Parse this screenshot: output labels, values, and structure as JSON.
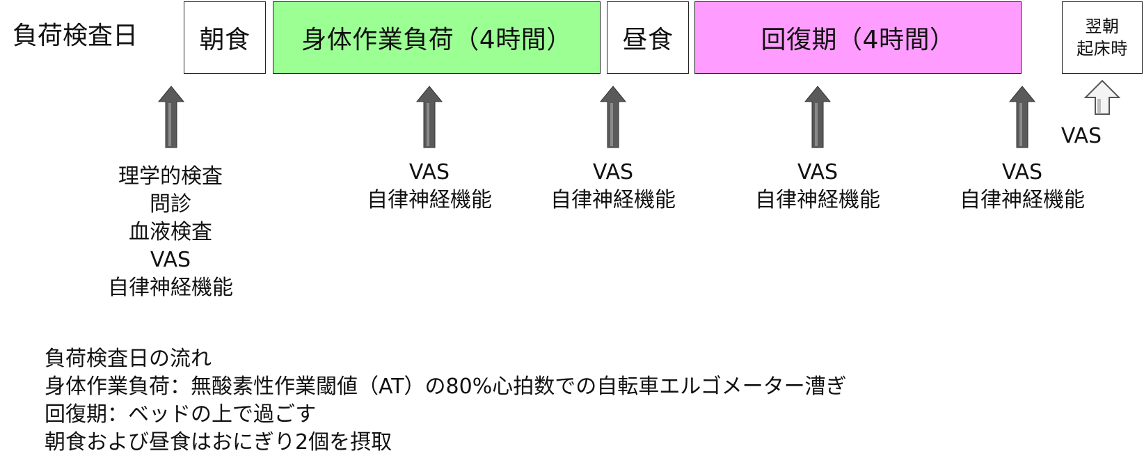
{
  "timeline": {
    "day_label": "負荷検査日",
    "phases": [
      {
        "key": "breakfast",
        "label": "朝食",
        "color": "#ffffff"
      },
      {
        "key": "exercise",
        "label": "身体作業負荷（4時間）",
        "color": "#9bff94"
      },
      {
        "key": "lunch",
        "label": "昼食",
        "color": "#ffffff"
      },
      {
        "key": "recovery",
        "label": "回復期（4時間）",
        "color": "#ff9cff"
      },
      {
        "key": "next_morning",
        "label_line1": "翌朝",
        "label_line2": "起床時",
        "color": "#ffffff"
      }
    ]
  },
  "measurements": [
    {
      "lines": [
        "理学的検査",
        "問診",
        "血液検査",
        "VAS",
        "自律神経機能"
      ],
      "arrow": "filled"
    },
    {
      "lines": [
        "VAS",
        "自律神経機能"
      ],
      "arrow": "filled"
    },
    {
      "lines": [
        "VAS",
        "自律神経機能"
      ],
      "arrow": "filled"
    },
    {
      "lines": [
        "VAS",
        "自律神経機能"
      ],
      "arrow": "filled"
    },
    {
      "lines": [
        "VAS",
        "自律神経機能"
      ],
      "arrow": "filled"
    },
    {
      "lines": [
        "VAS"
      ],
      "arrow": "outline"
    }
  ],
  "colors": {
    "arrow_dark": "#5a5a5a",
    "arrow_light": "#9a9a9a"
  },
  "notes": [
    "負荷検査日の流れ",
    "身体作業負荷：無酸素性作業閾値（AT）の80%心拍数での自転車エルゴメーター漕ぎ",
    "回復期：ベッドの上で過ごす",
    "朝食および昼食はおにぎり2個を摂取"
  ]
}
